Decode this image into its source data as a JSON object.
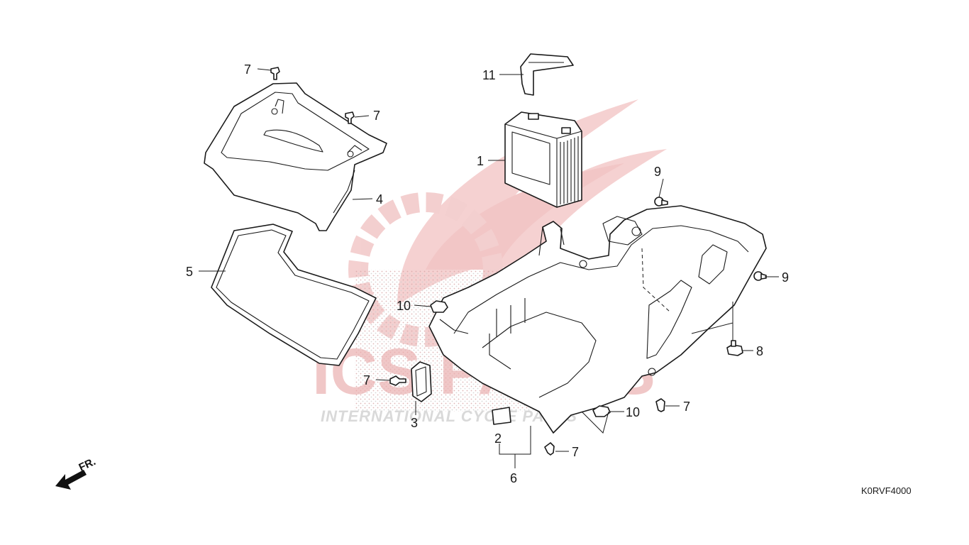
{
  "diagram": {
    "callouts": {
      "c1": "1",
      "c2": "2",
      "c3": "3",
      "c4": "4",
      "c5": "5",
      "c6": "6",
      "c7a": "7",
      "c7b": "7",
      "c7c": "7",
      "c7d": "7",
      "c7e": "7",
      "c8": "8",
      "c9a": "9",
      "c9b": "9",
      "c10a": "10",
      "c10b": "10",
      "c11": "11"
    },
    "direction_label": "FR.",
    "diagram_code": "K0RVF4000",
    "watermark": {
      "brand": "ICS PARTS",
      "tagline": "INTERNATIONAL CYCLE PARTS"
    },
    "colors": {
      "line": "#1a1a1a",
      "watermark_red": "#e8a0a0",
      "watermark_gray": "#d4d4d4"
    }
  }
}
